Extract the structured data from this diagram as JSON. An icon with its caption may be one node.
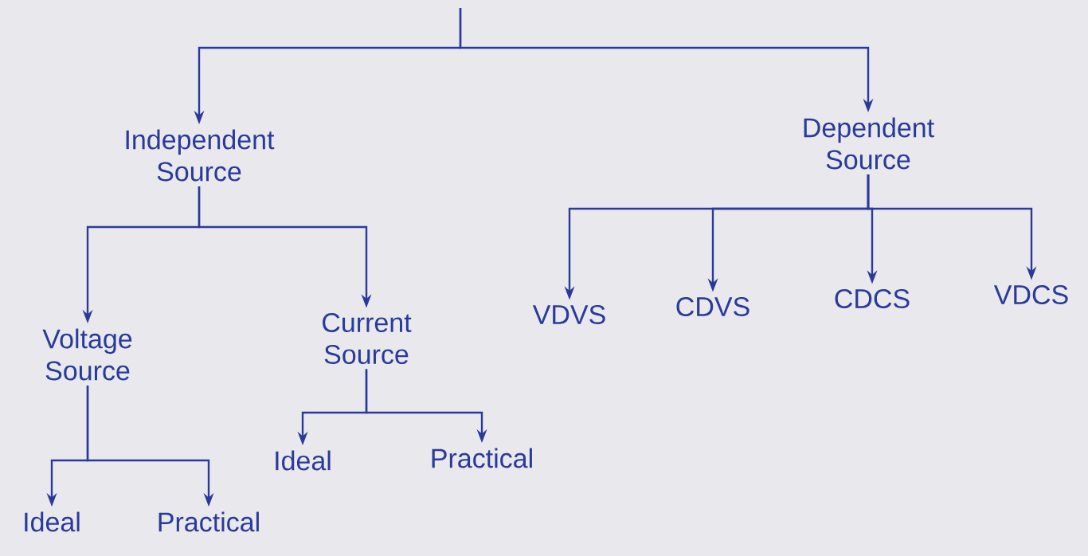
{
  "diagram": {
    "nodes": [
      {
        "text": [
          "Independent Source"
        ]
      },
      {
        "text": [
          "Dependent Source"
        ]
      },
      {
        "text": [
          "Voltage Source"
        ]
      },
      {
        "text": [
          "Current Source"
        ]
      },
      {
        "text": [
          "VDVS"
        ]
      },
      {
        "text": [
          "CDVS"
        ]
      },
      {
        "text": [
          "CDCS"
        ]
      },
      {
        "text": [
          "VDCS"
        ]
      },
      {
        "text": [
          "Ideal"
        ]
      },
      {
        "text": [
          "Practical"
        ]
      },
      {
        "text": [
          "Ideal"
        ]
      },
      {
        "text": [
          "Practical"
        ]
      }
    ],
    "edges": [
      {
        "from": null,
        "to": 0,
        "arrow": "to"
      },
      {
        "from": null,
        "to": 1,
        "arrow": "to"
      },
      {
        "from": 0,
        "to": 2,
        "arrow": "to"
      },
      {
        "from": 0,
        "to": 3,
        "arrow": "to"
      },
      {
        "from": 1,
        "to": 4,
        "arrow": "to"
      },
      {
        "from": 1,
        "to": 5,
        "arrow": "to"
      },
      {
        "from": 1,
        "to": 6,
        "arrow": "to"
      },
      {
        "from": 1,
        "to": 7,
        "arrow": "to"
      },
      {
        "from": 2,
        "to": 8,
        "arrow": "to"
      },
      {
        "from": 2,
        "to": 9,
        "arrow": "to"
      },
      {
        "from": 3,
        "to": 10,
        "arrow": "to"
      },
      {
        "from": 3,
        "to": 11,
        "arrow": "to"
      }
    ]
  }
}
